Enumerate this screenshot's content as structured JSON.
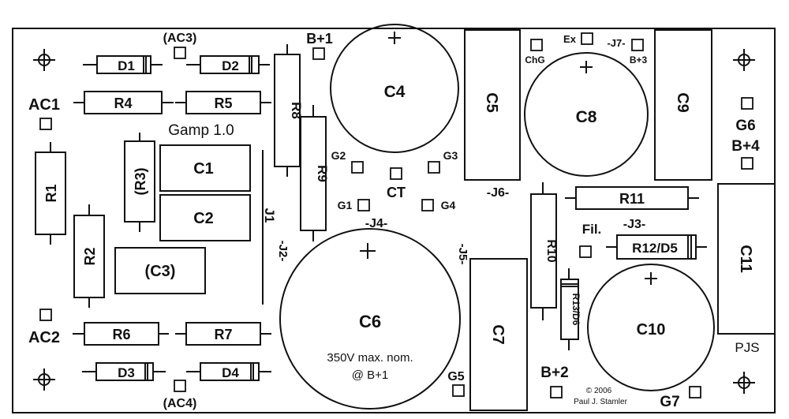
{
  "board": {
    "title": "Gamp 1.0",
    "credit_year": "© 2006",
    "credit_name": "Paul J. Stamler",
    "initials": "PJS",
    "c6_note_line1": "350V max. nom.",
    "c6_note_line2": "@ B+1"
  },
  "parts": {
    "d1": "D1",
    "d2": "D2",
    "d3": "D3",
    "d4": "D4",
    "r1": "R1",
    "r2": "R2",
    "r3": "(R3)",
    "r4": "R4",
    "r5": "R5",
    "r6": "R6",
    "r7": "R7",
    "r8": "R8",
    "r9": "R9",
    "r10": "R10",
    "r11": "R11",
    "r12d5": "R12/D5",
    "r13d6": "R13/D6",
    "c1": "C1",
    "c2": "C2",
    "c3": "(C3)",
    "c4": "C4",
    "c5": "C5",
    "c6": "C6",
    "c7": "C7",
    "c8": "C8",
    "c9": "C9",
    "c10": "C10",
    "c11": "C11"
  },
  "pads": {
    "ac1": "AC1",
    "ac2": "AC2",
    "ac3": "(AC3)",
    "ac4": "(AC4)",
    "b1": "B+1",
    "b2": "B+2",
    "b3": "B+3",
    "b4": "B+4",
    "g1": "G1",
    "g2": "G2",
    "g3": "G3",
    "g4": "G4",
    "g5": "G5",
    "g6": "G6",
    "g7": "G7",
    "ct": "CT",
    "chg": "ChG",
    "ex": "Ex",
    "fil": "Fil."
  },
  "jumpers": {
    "j1": "J1",
    "j2": "-J2-",
    "j3": "-J3-",
    "j4": "-J4-",
    "j5": "-J5-",
    "j6": "-J6-",
    "j7": "-J7-"
  }
}
